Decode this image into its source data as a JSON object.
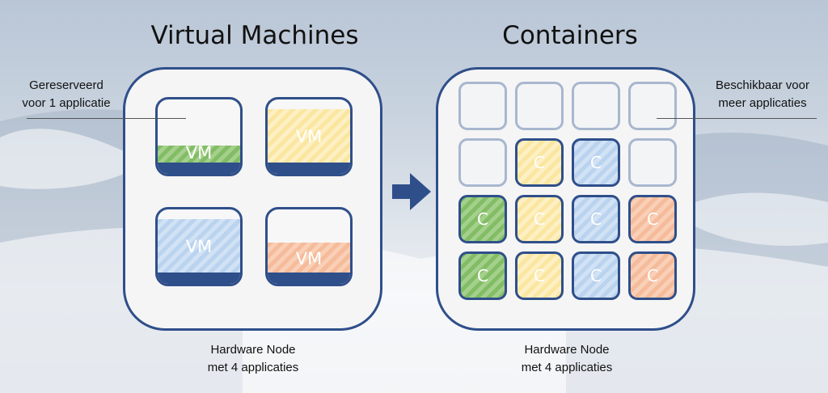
{
  "left": {
    "title": "Virtual Machines",
    "annotation_line1": "Gereserveerd",
    "annotation_line2": "voor 1 applicatie",
    "caption_line1": "Hardware Node",
    "caption_line2": "met 4 applicaties",
    "vms": [
      {
        "label": "VM",
        "color": "green",
        "fill_fraction": 0.27
      },
      {
        "label": "VM",
        "color": "yellow",
        "fill_fraction": 0.85
      },
      {
        "label": "VM",
        "color": "blue",
        "fill_fraction": 0.85
      },
      {
        "label": "VM",
        "color": "orange",
        "fill_fraction": 0.47
      }
    ]
  },
  "right": {
    "title": "Containers",
    "annotation_line1": "Beschikbaar voor",
    "annotation_line2": "meer applicaties",
    "caption_line1": "Hardware Node",
    "caption_line2": "met 4 applicaties",
    "grid": [
      [
        "",
        "",
        "",
        ""
      ],
      [
        "",
        "C",
        "C",
        ""
      ],
      [
        "C",
        "C",
        "C",
        "C"
      ],
      [
        "C",
        "C",
        "C",
        "C"
      ]
    ],
    "grid_colors": [
      [
        "empty",
        "empty",
        "empty",
        "empty"
      ],
      [
        "empty",
        "yellow",
        "blue",
        "empty"
      ],
      [
        "green",
        "yellow",
        "blue",
        "orange"
      ],
      [
        "green",
        "yellow",
        "blue",
        "orange"
      ]
    ]
  },
  "colors": {
    "border": "#2f4f8a",
    "arrow": "#2f4f8a",
    "green": "#82bd66",
    "yellow": "#fbe6a0",
    "blue": "#bad3ee",
    "orange": "#f5bb9a"
  }
}
